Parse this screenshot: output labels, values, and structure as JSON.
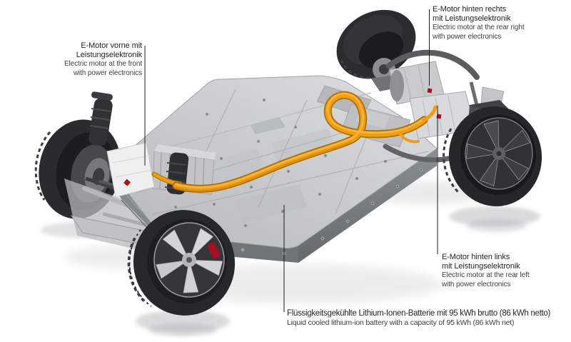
{
  "figure": {
    "subject": "Electric vehicle chassis platform with lithium-ion battery and three electric motors",
    "accent_colors": {
      "cable_orange": "#f0a117",
      "logo_red": "#b00d23",
      "chassis_silver": "#c7cacc",
      "tire_dark": "#26282b",
      "label_text_dark": "#262626",
      "label_text_gray": "#3e3e3e"
    }
  },
  "callouts": {
    "front_motor": {
      "de_line1": "E-Motor vorne mit",
      "de_line2": "Leistungselektronik",
      "en_line1": "Electric motor at the front",
      "en_line2": "with power electronics"
    },
    "rear_right_motor": {
      "de_line1": "E-Motor hinten rechts",
      "de_line2": "mit Leistungselektronik",
      "en_line1": "Electric motor at the rear right",
      "en_line2": "with power electronics"
    },
    "rear_left_motor": {
      "de_line1": "E-Motor hinten links",
      "de_line2": "mit Leistungselektronik",
      "en_line1": "Electric motor at the rear left",
      "en_line2": "with power electronics"
    },
    "battery": {
      "de": "Flüssigkeitsgekühlte Lithium-Ionen-Batterie mit 95 kWh brutto (86 kWh netto)",
      "en": "Liquid cooled lithium-ion battery with a capacity of 95 kWh (86 kWh net)"
    }
  }
}
